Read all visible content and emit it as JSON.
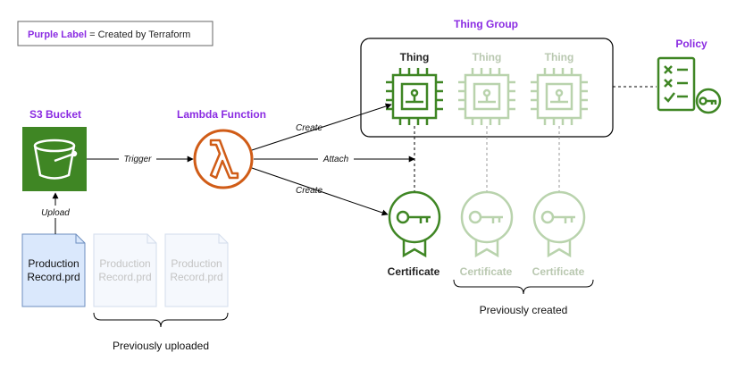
{
  "legend": {
    "purple_text": "Purple Label",
    "rest_text": " = Created by Terraform"
  },
  "s3": {
    "label": "S3 Bucket"
  },
  "lambda": {
    "label": "Lambda Function"
  },
  "thing_group": {
    "label": "Thing Group"
  },
  "policy": {
    "label": "Policy"
  },
  "things": [
    {
      "label": "Thing"
    },
    {
      "label": "Thing"
    },
    {
      "label": "Thing"
    }
  ],
  "certificates": [
    {
      "label": "Certificate"
    },
    {
      "label": "Certificate"
    },
    {
      "label": "Certificate"
    }
  ],
  "records": [
    {
      "line1": "Production",
      "line2": "Record.prd"
    },
    {
      "line1": "Production",
      "line2": "Record.prd"
    },
    {
      "line1": "Production",
      "line2": "Record.prd"
    }
  ],
  "edges": {
    "trigger": "Trigger",
    "upload": "Upload",
    "create_thing": "Create",
    "attach": "Attach",
    "create_cert": "Create"
  },
  "groups": {
    "previously_uploaded": "Previously uploaded",
    "previously_created": "Previously created"
  },
  "colors": {
    "purple": "#8a2be2",
    "s3_green": "#3f8624",
    "lambda_orange": "#d05c17",
    "iot_green": "#3f8624",
    "faded_green": "#b9d3ad",
    "record_fill": "#dae8fc",
    "record_stroke": "#6c8ebf"
  }
}
